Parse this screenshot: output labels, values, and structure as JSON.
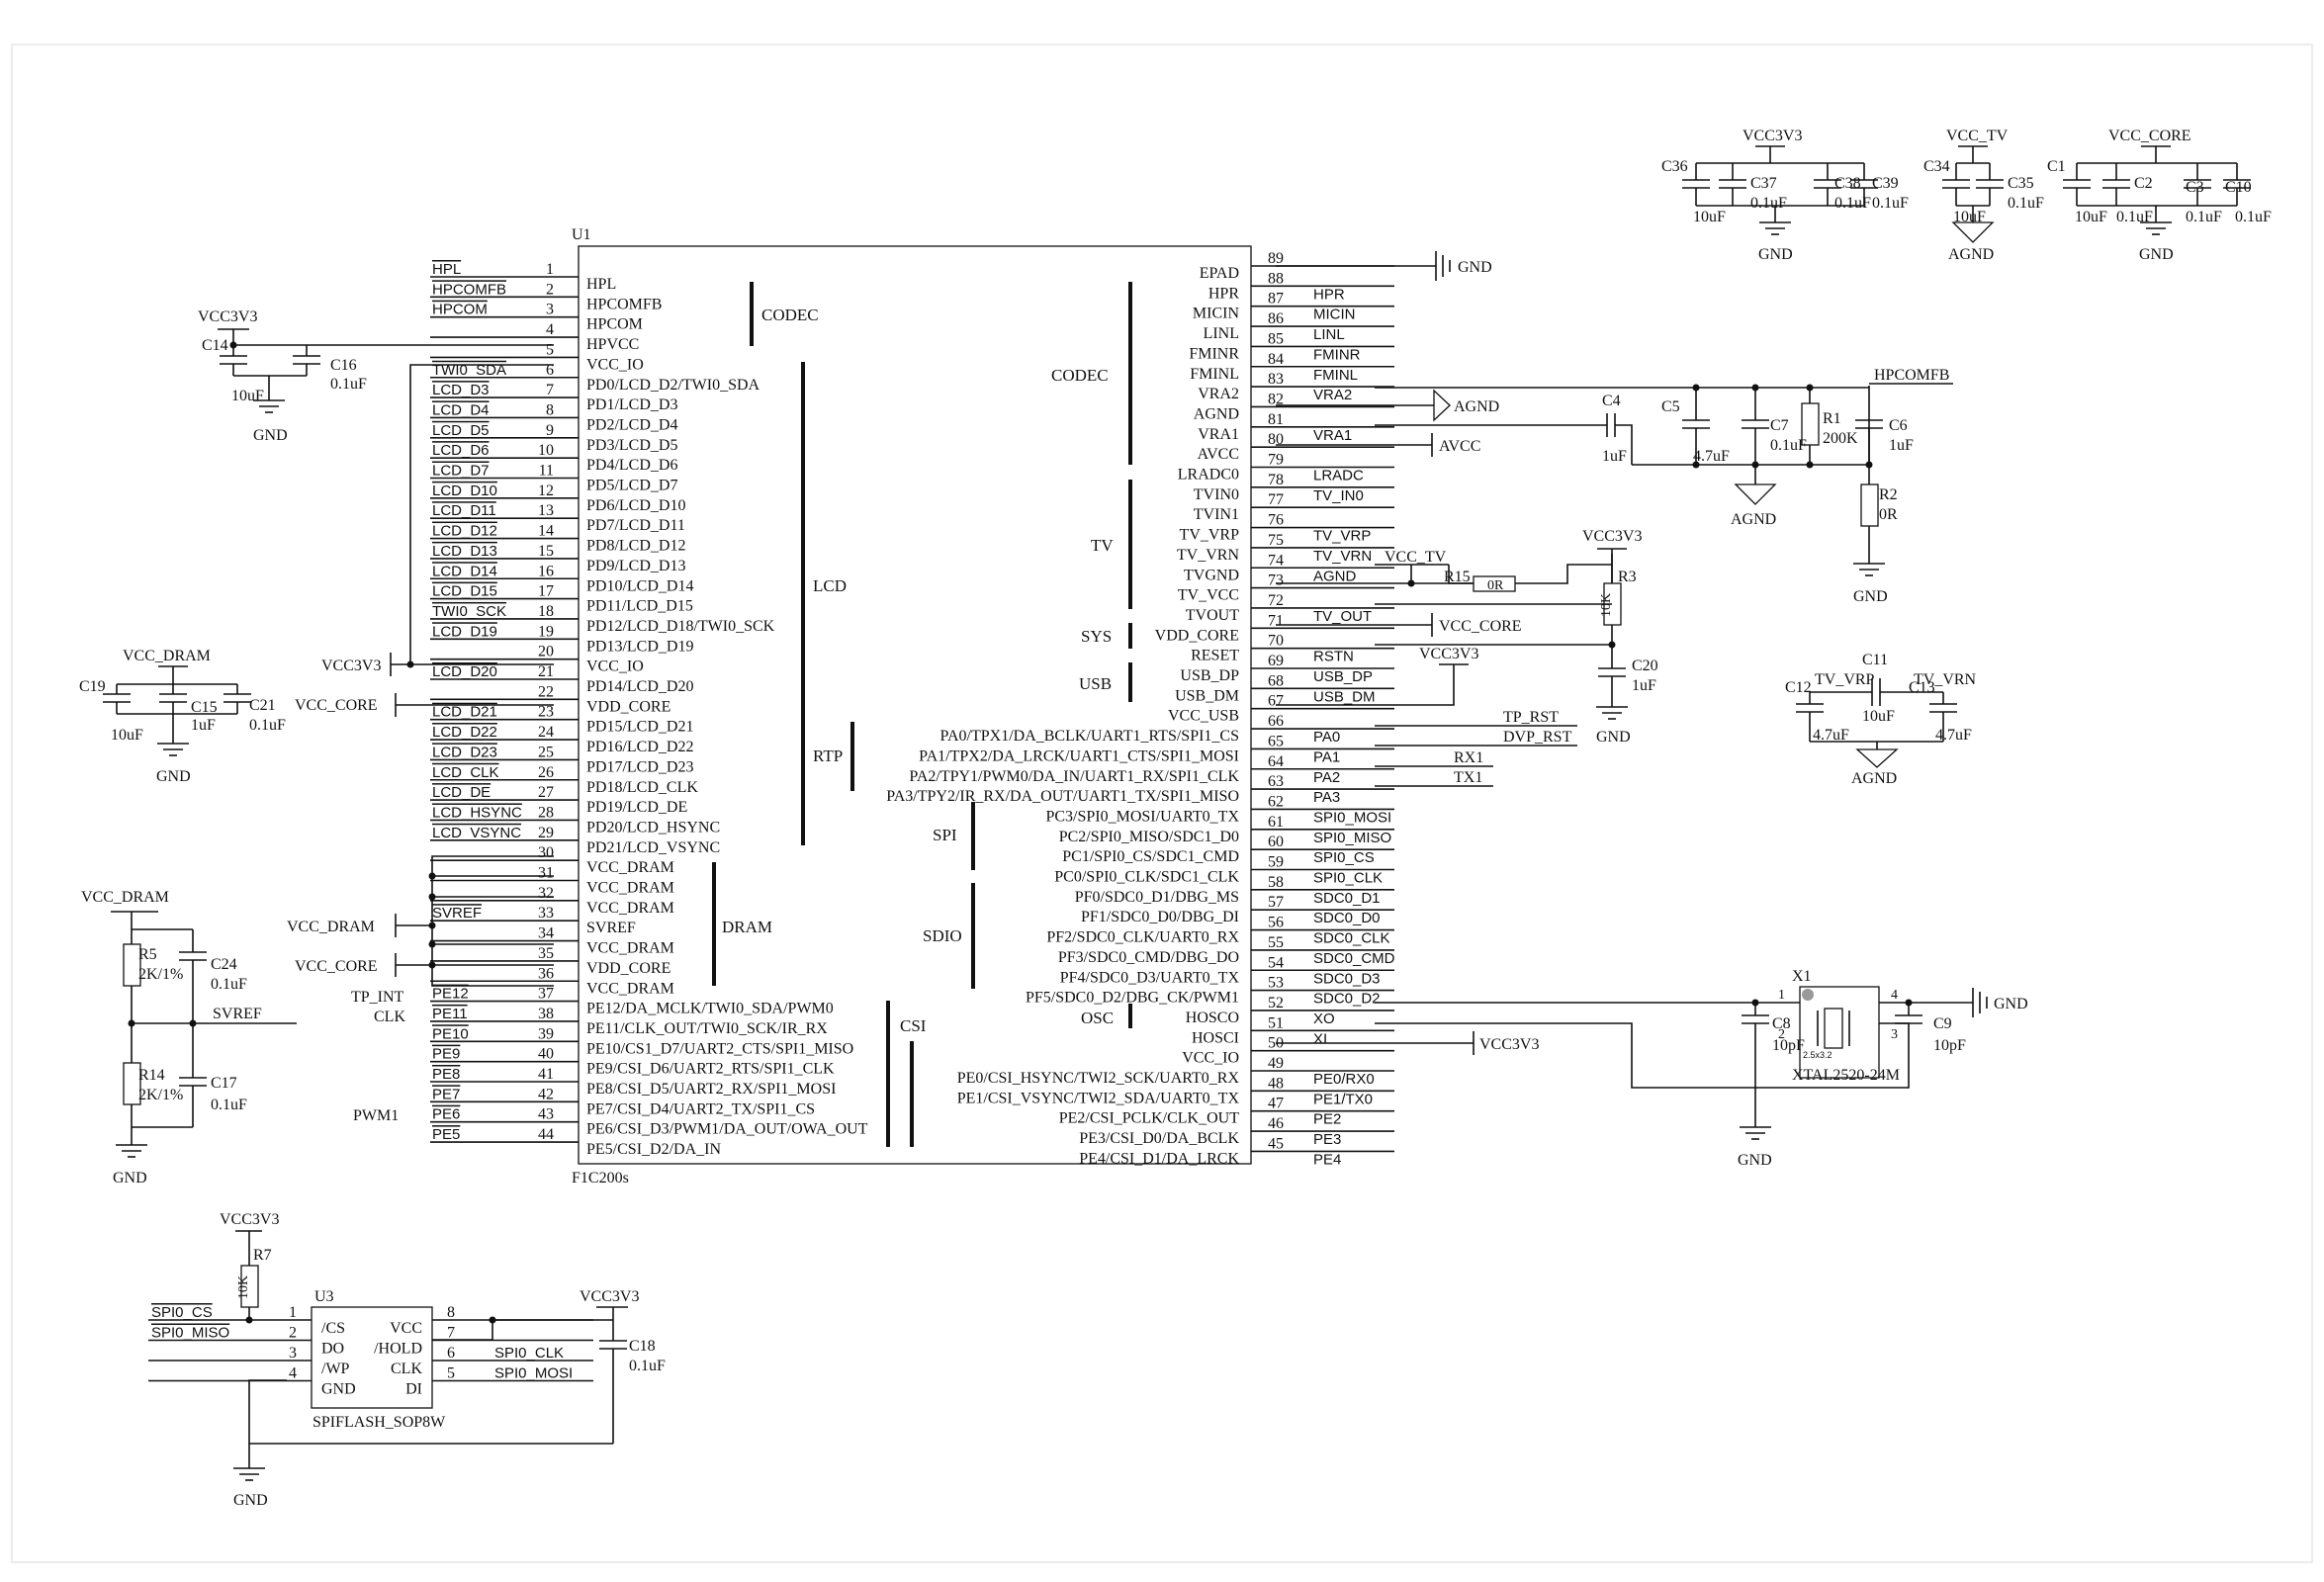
{
  "chip": {
    "designator": "U1",
    "part": "F1C200s",
    "left_pins": [
      {
        "num": "1",
        "name": "HPL",
        "net": "HPL"
      },
      {
        "num": "2",
        "name": "HPCOMFB",
        "net": "HPCOMFB"
      },
      {
        "num": "3",
        "name": "HPCOM",
        "net": "HPCOM"
      },
      {
        "num": "4",
        "name": "HPVCC",
        "net": ""
      },
      {
        "num": "5",
        "name": "VCC_IO",
        "net": ""
      },
      {
        "num": "6",
        "name": "PD0/LCD_D2/TWI0_SDA",
        "net": "TWI0_SDA"
      },
      {
        "num": "7",
        "name": "PD1/LCD_D3",
        "net": "LCD_D3"
      },
      {
        "num": "8",
        "name": "PD2/LCD_D4",
        "net": "LCD_D4"
      },
      {
        "num": "9",
        "name": "PD3/LCD_D5",
        "net": "LCD_D5"
      },
      {
        "num": "10",
        "name": "PD4/LCD_D6",
        "net": "LCD_D6"
      },
      {
        "num": "11",
        "name": "PD5/LCD_D7",
        "net": "LCD_D7"
      },
      {
        "num": "12",
        "name": "PD6/LCD_D10",
        "net": "LCD_D10"
      },
      {
        "num": "13",
        "name": "PD7/LCD_D11",
        "net": "LCD_D11"
      },
      {
        "num": "14",
        "name": "PD8/LCD_D12",
        "net": "LCD_D12"
      },
      {
        "num": "15",
        "name": "PD9/LCD_D13",
        "net": "LCD_D13"
      },
      {
        "num": "16",
        "name": "PD10/LCD_D14",
        "net": "LCD_D14"
      },
      {
        "num": "17",
        "name": "PD11/LCD_D15",
        "net": "LCD_D15"
      },
      {
        "num": "18",
        "name": "PD12/LCD_D18/TWI0_SCK",
        "net": "TWI0_SCK"
      },
      {
        "num": "19",
        "name": "PD13/LCD_D19",
        "net": "LCD_D19"
      },
      {
        "num": "20",
        "name": "VCC_IO",
        "net": ""
      },
      {
        "num": "21",
        "name": "PD14/LCD_D20",
        "net": "LCD_D20"
      },
      {
        "num": "22",
        "name": "VDD_CORE",
        "net": ""
      },
      {
        "num": "23",
        "name": "PD15/LCD_D21",
        "net": "LCD_D21"
      },
      {
        "num": "24",
        "name": "PD16/LCD_D22",
        "net": "LCD_D22"
      },
      {
        "num": "25",
        "name": "PD17/LCD_D23",
        "net": "LCD_D23"
      },
      {
        "num": "26",
        "name": "PD18/LCD_CLK",
        "net": "LCD_CLK"
      },
      {
        "num": "27",
        "name": "PD19/LCD_DE",
        "net": "LCD_DE"
      },
      {
        "num": "28",
        "name": "PD20/LCD_HSYNC",
        "net": "LCD_HSYNC"
      },
      {
        "num": "29",
        "name": "PD21/LCD_VSYNC",
        "net": "LCD_VSYNC"
      },
      {
        "num": "30",
        "name": "VCC_DRAM",
        "net": ""
      },
      {
        "num": "31",
        "name": "VCC_DRAM",
        "net": ""
      },
      {
        "num": "32",
        "name": "VCC_DRAM",
        "net": ""
      },
      {
        "num": "33",
        "name": "SVREF",
        "net": "SVREF"
      },
      {
        "num": "34",
        "name": "VCC_DRAM",
        "net": ""
      },
      {
        "num": "35",
        "name": "VDD_CORE",
        "net": ""
      },
      {
        "num": "36",
        "name": "VCC_DRAM",
        "net": ""
      },
      {
        "num": "37",
        "name": "PE12/DA_MCLK/TWI0_SDA/PWM0",
        "net": "PE12"
      },
      {
        "num": "38",
        "name": "PE11/CLK_OUT/TWI0_SCK/IR_RX",
        "net": "PE11"
      },
      {
        "num": "39",
        "name": "PE10/CS1_D7/UART2_CTS/SPI1_MISO",
        "net": "PE10"
      },
      {
        "num": "40",
        "name": "PE9/CSI_D6/UART2_RTS/SPI1_CLK",
        "net": "PE9"
      },
      {
        "num": "41",
        "name": "PE8/CSI_D5/UART2_RX/SPI1_MOSI",
        "net": "PE8"
      },
      {
        "num": "42",
        "name": "PE7/CSI_D4/UART2_TX/SPI1_CS",
        "net": "PE7"
      },
      {
        "num": "43",
        "name": "PE6/CSI_D3/PWM1/DA_OUT/OWA_OUT",
        "net": "PE6"
      },
      {
        "num": "44",
        "name": "PE5/CSI_D2/DA_IN",
        "net": "PE5"
      }
    ],
    "right_pins": [
      {
        "num": "89",
        "name": "EPAD",
        "net": ""
      },
      {
        "num": "88",
        "name": "HPR",
        "net": "HPR"
      },
      {
        "num": "87",
        "name": "MICIN",
        "net": "MICIN"
      },
      {
        "num": "86",
        "name": "LINL",
        "net": "LINL"
      },
      {
        "num": "85",
        "name": "FMINR",
        "net": "FMINR"
      },
      {
        "num": "84",
        "name": "FMINL",
        "net": "FMINL"
      },
      {
        "num": "83",
        "name": "VRA2",
        "net": "VRA2"
      },
      {
        "num": "82",
        "name": "AGND",
        "net": ""
      },
      {
        "num": "81",
        "name": "VRA1",
        "net": "VRA1"
      },
      {
        "num": "80",
        "name": "AVCC",
        "net": ""
      },
      {
        "num": "79",
        "name": "LRADC0",
        "net": "LRADC"
      },
      {
        "num": "78",
        "name": "TVIN0",
        "net": "TV_IN0"
      },
      {
        "num": "77",
        "name": "TVIN1",
        "net": ""
      },
      {
        "num": "76",
        "name": "TV_VRP",
        "net": "TV_VRP"
      },
      {
        "num": "75",
        "name": "TV_VRN",
        "net": "TV_VRN"
      },
      {
        "num": "74",
        "name": "TVGND",
        "net": "AGND"
      },
      {
        "num": "73",
        "name": "TV_VCC",
        "net": ""
      },
      {
        "num": "72",
        "name": "TVOUT",
        "net": "TV_OUT"
      },
      {
        "num": "71",
        "name": "VDD_CORE",
        "net": ""
      },
      {
        "num": "70",
        "name": "RESET",
        "net": "RSTN"
      },
      {
        "num": "69",
        "name": "USB_DP",
        "net": "USB_DP"
      },
      {
        "num": "68",
        "name": "USB_DM",
        "net": "USB_DM"
      },
      {
        "num": "67",
        "name": "VCC_USB",
        "net": ""
      },
      {
        "num": "66",
        "name": "PA0/TPX1/DA_BCLK/UART1_RTS/SPI1_CS",
        "net": "PA0"
      },
      {
        "num": "65",
        "name": "PA1/TPX2/DA_LRCK/UART1_CTS/SPI1_MOSI",
        "net": "PA1"
      },
      {
        "num": "64",
        "name": "PA2/TPY1/PWM0/DA_IN/UART1_RX/SPI1_CLK",
        "net": "PA2"
      },
      {
        "num": "63",
        "name": "PA3/TPY2/IR_RX/DA_OUT/UART1_TX/SPI1_MISO",
        "net": "PA3"
      },
      {
        "num": "62",
        "name": "PC3/SPI0_MOSI/UART0_TX",
        "net": "SPI0_MOSI"
      },
      {
        "num": "61",
        "name": "PC2/SPI0_MISO/SDC1_D0",
        "net": "SPI0_MISO"
      },
      {
        "num": "60",
        "name": "PC1/SPI0_CS/SDC1_CMD",
        "net": "SPI0_CS"
      },
      {
        "num": "59",
        "name": "PC0/SPI0_CLK/SDC1_CLK",
        "net": "SPI0_CLK"
      },
      {
        "num": "58",
        "name": "PF0/SDC0_D1/DBG_MS",
        "net": "SDC0_D1"
      },
      {
        "num": "57",
        "name": "PF1/SDC0_D0/DBG_DI",
        "net": "SDC0_D0"
      },
      {
        "num": "56",
        "name": "PF2/SDC0_CLK/UART0_RX",
        "net": "SDC0_CLK"
      },
      {
        "num": "55",
        "name": "PF3/SDC0_CMD/DBG_DO",
        "net": "SDC0_CMD"
      },
      {
        "num": "54",
        "name": "PF4/SDC0_D3/UART0_TX",
        "net": "SDC0_D3"
      },
      {
        "num": "53",
        "name": "PF5/SDC0_D2/DBG_CK/PWM1",
        "net": "SDC0_D2"
      },
      {
        "num": "52",
        "name": "HOSCO",
        "net": "XO"
      },
      {
        "num": "51",
        "name": "HOSCI",
        "net": "XI"
      },
      {
        "num": "50",
        "name": "VCC_IO",
        "net": ""
      },
      {
        "num": "49",
        "name": "PE0/CSI_HSYNC/TWI2_SCK/UART0_RX",
        "net": "PE0/RX0"
      },
      {
        "num": "48",
        "name": "PE1/CSI_VSYNC/TWI2_SDA/UART0_TX",
        "net": "PE1/TX0"
      },
      {
        "num": "47",
        "name": "PE2/CSI_PCLK/CLK_OUT",
        "net": "PE2"
      },
      {
        "num": "46",
        "name": "PE3/CSI_D0/DA_BCLK",
        "net": "PE3"
      },
      {
        "num": "45",
        "name": "PE4/CSI_D1/DA_LRCK",
        "net": "PE4"
      }
    ],
    "groups": {
      "codec_left": "CODEC",
      "lcd": "LCD",
      "dram": "DRAM",
      "csi": "CSI",
      "rtp": "RTP",
      "codec_right": "CODEC",
      "tv": "TV",
      "sys": "SYS",
      "usb": "USB",
      "spi": "SPI",
      "sdio": "SDIO",
      "osc": "OSC"
    }
  },
  "left_side": {
    "hpvcc": {
      "supply": "VCC3V3",
      "c14": "C14",
      "c16": "C16",
      "c16_val": "0.1uF",
      "c14_val": "10uF",
      "gnd": "GND"
    },
    "vccio_label": "VCC3V3",
    "vdd_core_label": "VCC_CORE",
    "dram_caps": {
      "supply": "VCC_DRAM",
      "c19": "C19",
      "c15": "C15",
      "c21": "C21",
      "c19_val": "10uF",
      "c15_val": "1uF",
      "c21_val": "0.1uF",
      "gnd": "GND"
    },
    "vcc_dram_label": "VCC_DRAM",
    "vcc_core_label2": "VCC_CORE",
    "tp_int": "TP_INT",
    "clk": "CLK",
    "pwm1": "PWM1",
    "svref_div": {
      "supply": "VCC_DRAM",
      "r5": "R5",
      "r5_val": "2K/1%",
      "c24": "C24",
      "c24_val": "0.1uF",
      "net": "SVREF",
      "r14": "R14",
      "r14_val": "2K/1%",
      "c17": "C17",
      "c17_val": "0.1uF",
      "gnd": "GND"
    }
  },
  "right_side": {
    "epad_gnd": "GND",
    "agnd_port": "AGND",
    "avcc_port": "AVCC",
    "vra": {
      "c4": "C4",
      "c4_val": "1uF",
      "c5": "C5",
      "c5_val": "4.7uF",
      "c7": "C7",
      "c7_val": "0.1uF",
      "r1": "R1",
      "r1_val": "200K",
      "hpcomfb": "HPCOMFB",
      "c6": "C6",
      "c6_val": "1uF",
      "r2": "R2",
      "r2_val": "0R",
      "agnd": "AGND",
      "gnd": "GND"
    },
    "tv": {
      "vcc_tv": "VCC_TV",
      "r15": "R15",
      "r15_val": "0R",
      "vcc3v3": "VCC3V3",
      "r3": "R3",
      "r3_val": "10K"
    },
    "vdd_core_port": "VCC_CORE",
    "reset": {
      "vcc3v3": "VCC3V3",
      "c20": "C20",
      "c20_val": "1uF",
      "gnd": "GND"
    },
    "tp_rst": "TP_RST",
    "dvp_rst": "DVP_RST",
    "rx1": "RX1",
    "tx1": "TX1",
    "vccio_port": "VCC3V3",
    "crystal": {
      "x1": "X1",
      "part": "XTAL2520-24M",
      "pkg": "2.5x3.2",
      "c8": "C8",
      "c8_val": "10pF",
      "c9": "C9",
      "c9_val": "10pF",
      "gnd": "GND",
      "gnd2": "GND",
      "p1": "1",
      "p2": "2",
      "p3": "3",
      "p4": "4"
    }
  },
  "decoupling": {
    "g1": {
      "supply": "VCC3V3",
      "c36": "C36",
      "c37": "C37",
      "c38": "C38",
      "c39": "C39",
      "v36": "10uF",
      "v37": "0.1uF",
      "v38": "0.1uF",
      "v39": "0.1uF",
      "gnd": "GND"
    },
    "g2": {
      "supply": "VCC_TV",
      "c34": "C34",
      "c35": "C35",
      "v34": "10uF",
      "v35": "0.1uF",
      "gnd": "AGND"
    },
    "g3": {
      "supply": "VCC_CORE",
      "c1": "C1",
      "c2": "C2",
      "c3": "C3",
      "c10": "C10",
      "v1": "10uF",
      "v2": "0.1uF",
      "v3": "0.1uF",
      "v10": "0.1uF",
      "gnd": "GND"
    },
    "g4": {
      "c11": "C11",
      "v11": "10uF",
      "c12": "C12",
      "v12": "4.7uF",
      "c13": "C13",
      "v13": "4.7uF",
      "vrp": "TV_VRP",
      "vrn": "TV_VRN",
      "gnd": "AGND"
    }
  },
  "flash": {
    "u3": "U3",
    "part": "SPIFLASH_SOP8W",
    "supply": "VCC3V3",
    "r7": "R7",
    "r7_val": "10K",
    "c18": "C18",
    "c18_val": "0.1uF",
    "supply2": "VCC3V3",
    "gnd": "GND",
    "pins_left": [
      {
        "num": "1",
        "name": "/CS",
        "net": "SPI0_CS"
      },
      {
        "num": "2",
        "name": "DO",
        "net": "SPI0_MISO"
      },
      {
        "num": "3",
        "name": "/WP",
        "net": ""
      },
      {
        "num": "4",
        "name": "GND",
        "net": ""
      }
    ],
    "pins_right": [
      {
        "num": "8",
        "name": "VCC",
        "net": ""
      },
      {
        "num": "7",
        "name": "/HOLD",
        "net": ""
      },
      {
        "num": "6",
        "name": "CLK",
        "net": "SPI0_CLK"
      },
      {
        "num": "5",
        "name": "DI",
        "net": "SPI0_MOSI"
      }
    ]
  }
}
